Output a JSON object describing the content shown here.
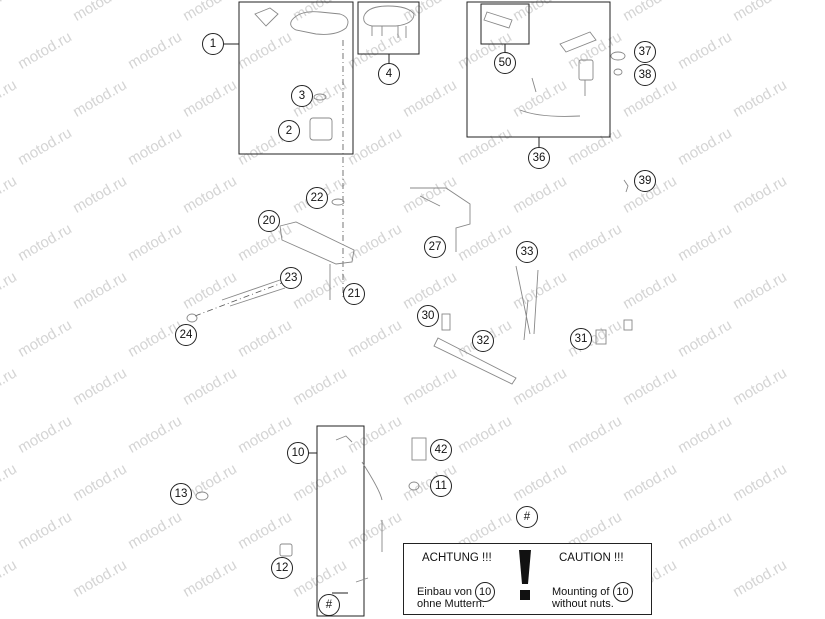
{
  "watermark": "motod.ru",
  "callouts": {
    "c1": "1",
    "c2": "2",
    "c3": "3",
    "c4": "4",
    "c10": "10",
    "c11": "11",
    "c12": "12",
    "c13": "13",
    "c20": "20",
    "c21": "21",
    "c22": "22",
    "c23": "23",
    "c24": "24",
    "c27": "27",
    "c30": "30",
    "c31": "31",
    "c32": "32",
    "c33": "33",
    "c36": "36",
    "c37": "37",
    "c38": "38",
    "c39": "39",
    "c42": "42",
    "c50": "50",
    "hash_top": "#",
    "hash_bottom": "#"
  },
  "note": {
    "left_heading": "ACHTUNG !!!",
    "right_heading": "CAUTION !!!",
    "left_line1_before": "Einbau von",
    "left_ref": "10",
    "left_line2": "ohne Muttern.",
    "right_line1_before": "Mounting of",
    "right_ref": "10",
    "right_line2": "without nuts."
  }
}
